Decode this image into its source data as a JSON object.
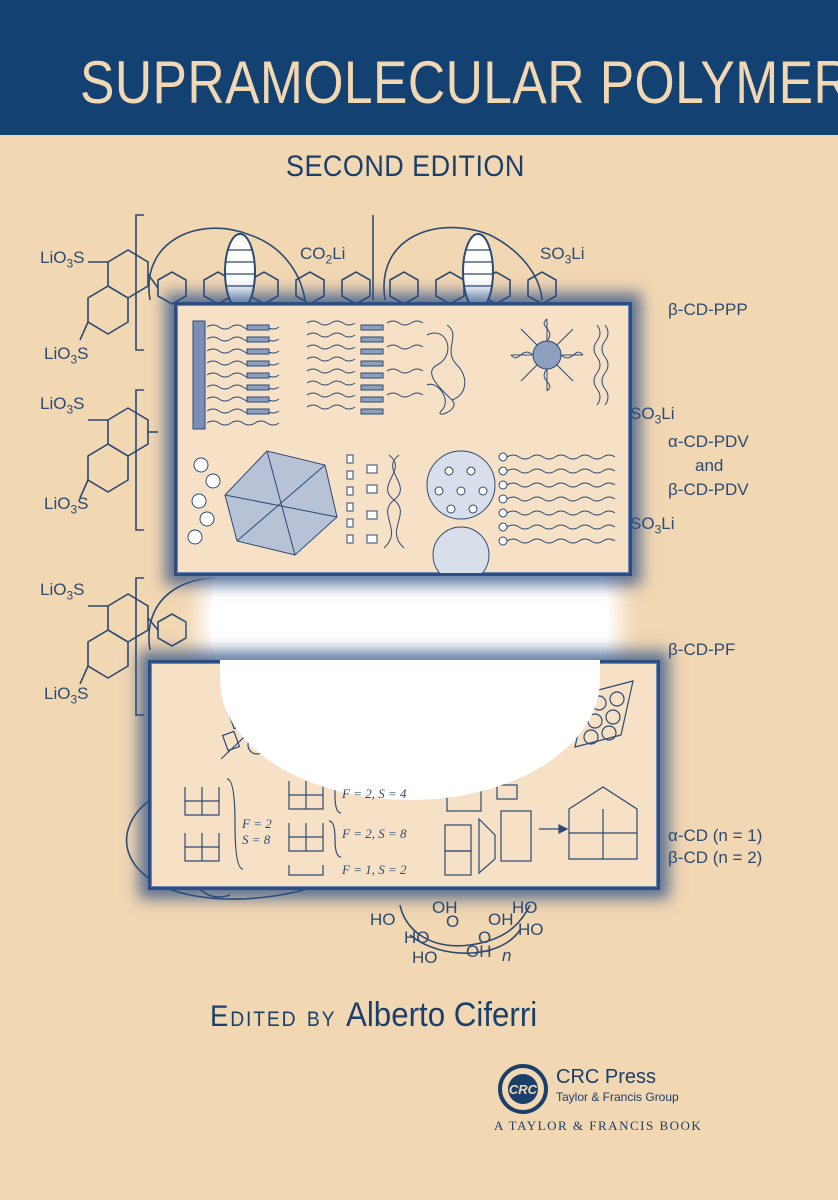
{
  "cover": {
    "title": "SUPRAMOLECULAR POLYMERS",
    "edition": "SECOND EDITION",
    "editor_prefix": "Edited by",
    "editor_name": "Alberto Ciferri",
    "colors": {
      "background": "#f2d7b3",
      "band": "#134272",
      "title_text": "#f2d7b3",
      "ink": "#1b3f6b",
      "frame": "#2b4f85"
    }
  },
  "chemistry": {
    "substituents": {
      "lio3s": "LiO3S",
      "co2li": "CO2Li",
      "so3li": "SO3Li"
    },
    "labels": {
      "b_cd_ppp": "β-CD-PPP",
      "a_cd_pdv": "α-CD-PDV",
      "and": "and",
      "b_cd_pdv": "β-CD-PDV",
      "b_cd_pf": "β-CD-PF",
      "a_cd_n1": "α-CD (n = 1)",
      "b_cd_n2": "β-CD (n = 2)"
    },
    "hydroxyls": [
      "HO",
      "OH",
      "O",
      "OH",
      "O",
      "HO",
      "HO",
      "OH",
      "n",
      "HO",
      "HO"
    ]
  },
  "panel_two": {
    "f2_s8": [
      "F = 2",
      "S = 8"
    ],
    "f2_s4": "F = 2, S = 4",
    "f2_s8b": "F = 2, S = 8",
    "f1_s2": "F = 1, S = 2"
  },
  "publisher": {
    "logo_text": "CRC",
    "name": "CRC Press",
    "group": "Taylor & Francis Group",
    "tagline": "A TAYLOR & FRANCIS BOOK"
  }
}
